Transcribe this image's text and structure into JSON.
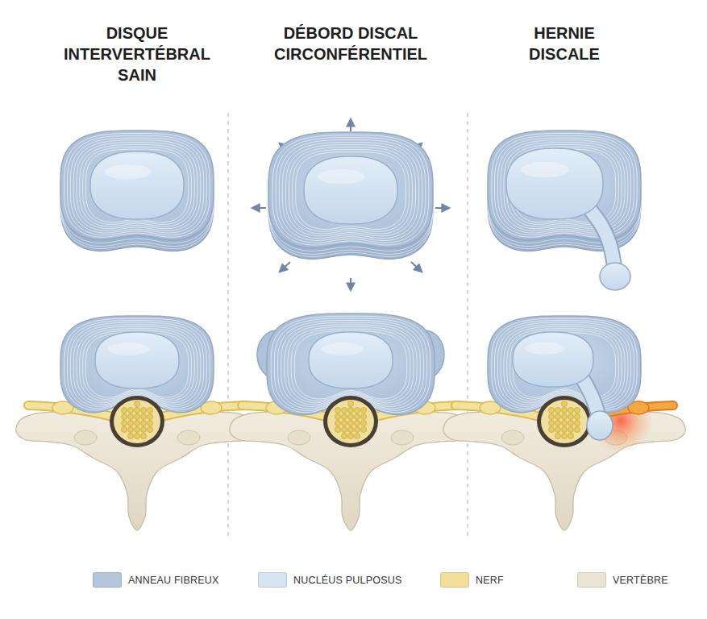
{
  "diagram": {
    "labels": [
      "DISQUE INTERVERTÉBRAL SAIN",
      "DÉBORD DISCAL CIRCONFÉRENTIEL",
      "HERNIE DISCALE"
    ],
    "legend": [
      {
        "text": "ANNEAU FIBREUX",
        "color": "#b3c6dc"
      },
      {
        "text": "NUCLÉUS PULPOSUS",
        "color": "#d6e4f2"
      },
      {
        "text": "NERF",
        "color": "#f2e09a"
      },
      {
        "text": "VERTÈBRE",
        "color": "#ebe4d3"
      }
    ]
  }
}
